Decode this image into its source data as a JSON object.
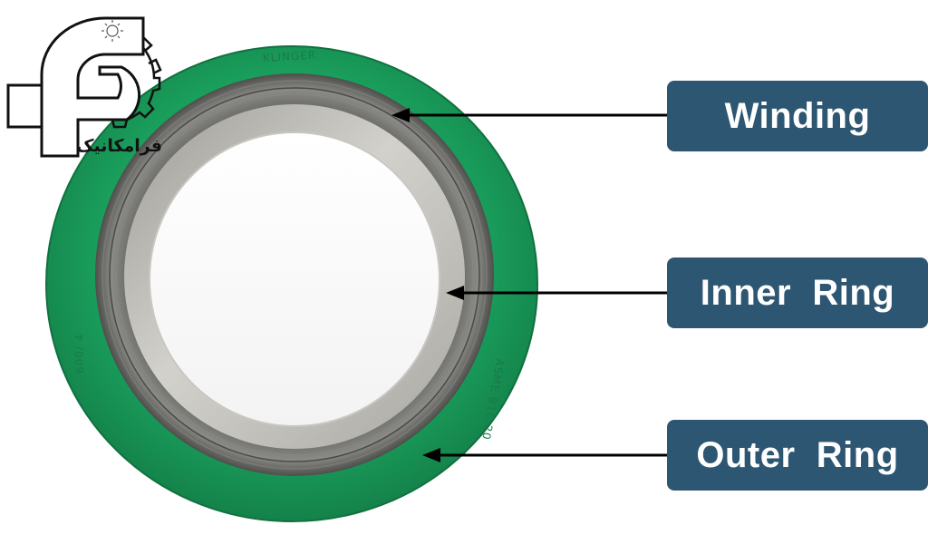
{
  "logo": {
    "brand_text": "فرامکانیک",
    "icon": "fa-letter-gear-logo-icon"
  },
  "gasket": {
    "outer_ring_color": "#1a9a58",
    "winding_color": "#6f6f6c",
    "inner_ring_color": "#b9b7b1",
    "stamp_top": "KLINGER",
    "stamp_left": "600/ 4",
    "stamp_right": "ASME B16.20"
  },
  "labels": {
    "winding": "Winding",
    "inner_ring": "Inner  Ring",
    "outer_ring": "Outer  Ring",
    "box_color": "#2d5672"
  },
  "arrow_color": "#000000"
}
